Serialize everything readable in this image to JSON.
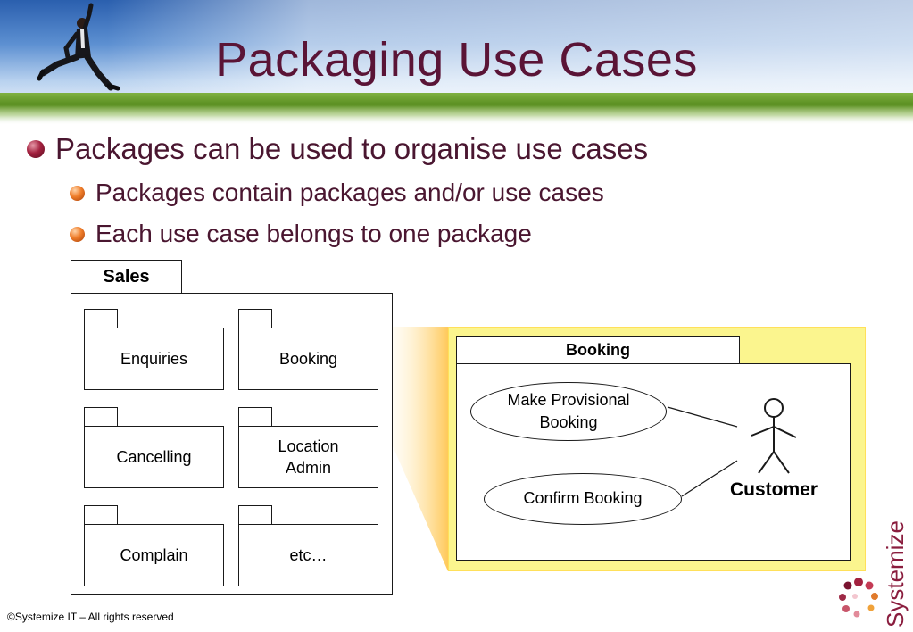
{
  "slide": {
    "title": "Packaging Use Cases",
    "bullets": [
      {
        "level": 1,
        "text": "Packages can be used to organise use cases"
      },
      {
        "level": 2,
        "text": "Packages contain packages and/or use cases"
      },
      {
        "level": 2,
        "text": "Each use case belongs to one package"
      }
    ],
    "footer": "©Systemize IT – All rights reserved",
    "brand": "Systemize IT"
  },
  "sales_package": {
    "name": "Sales",
    "sub_packages": [
      "Enquiries",
      "Booking",
      "Cancelling",
      "Location\nAdmin",
      "Complain",
      "etc…"
    ]
  },
  "booking_package": {
    "name": "Booking",
    "use_cases": [
      "Make Provisional\nBooking",
      "Confirm Booking"
    ],
    "actor": "Customer"
  },
  "colors": {
    "title": "#5a1436",
    "bullet_text": "#4a1630",
    "highlight": "#fbf58e",
    "bullet_level1": "#a3213f",
    "bullet_level2": "#ef7d2a"
  },
  "icons": [
    "person-jumping-illustration",
    "stick-figure-actor",
    "systemize-logo"
  ]
}
